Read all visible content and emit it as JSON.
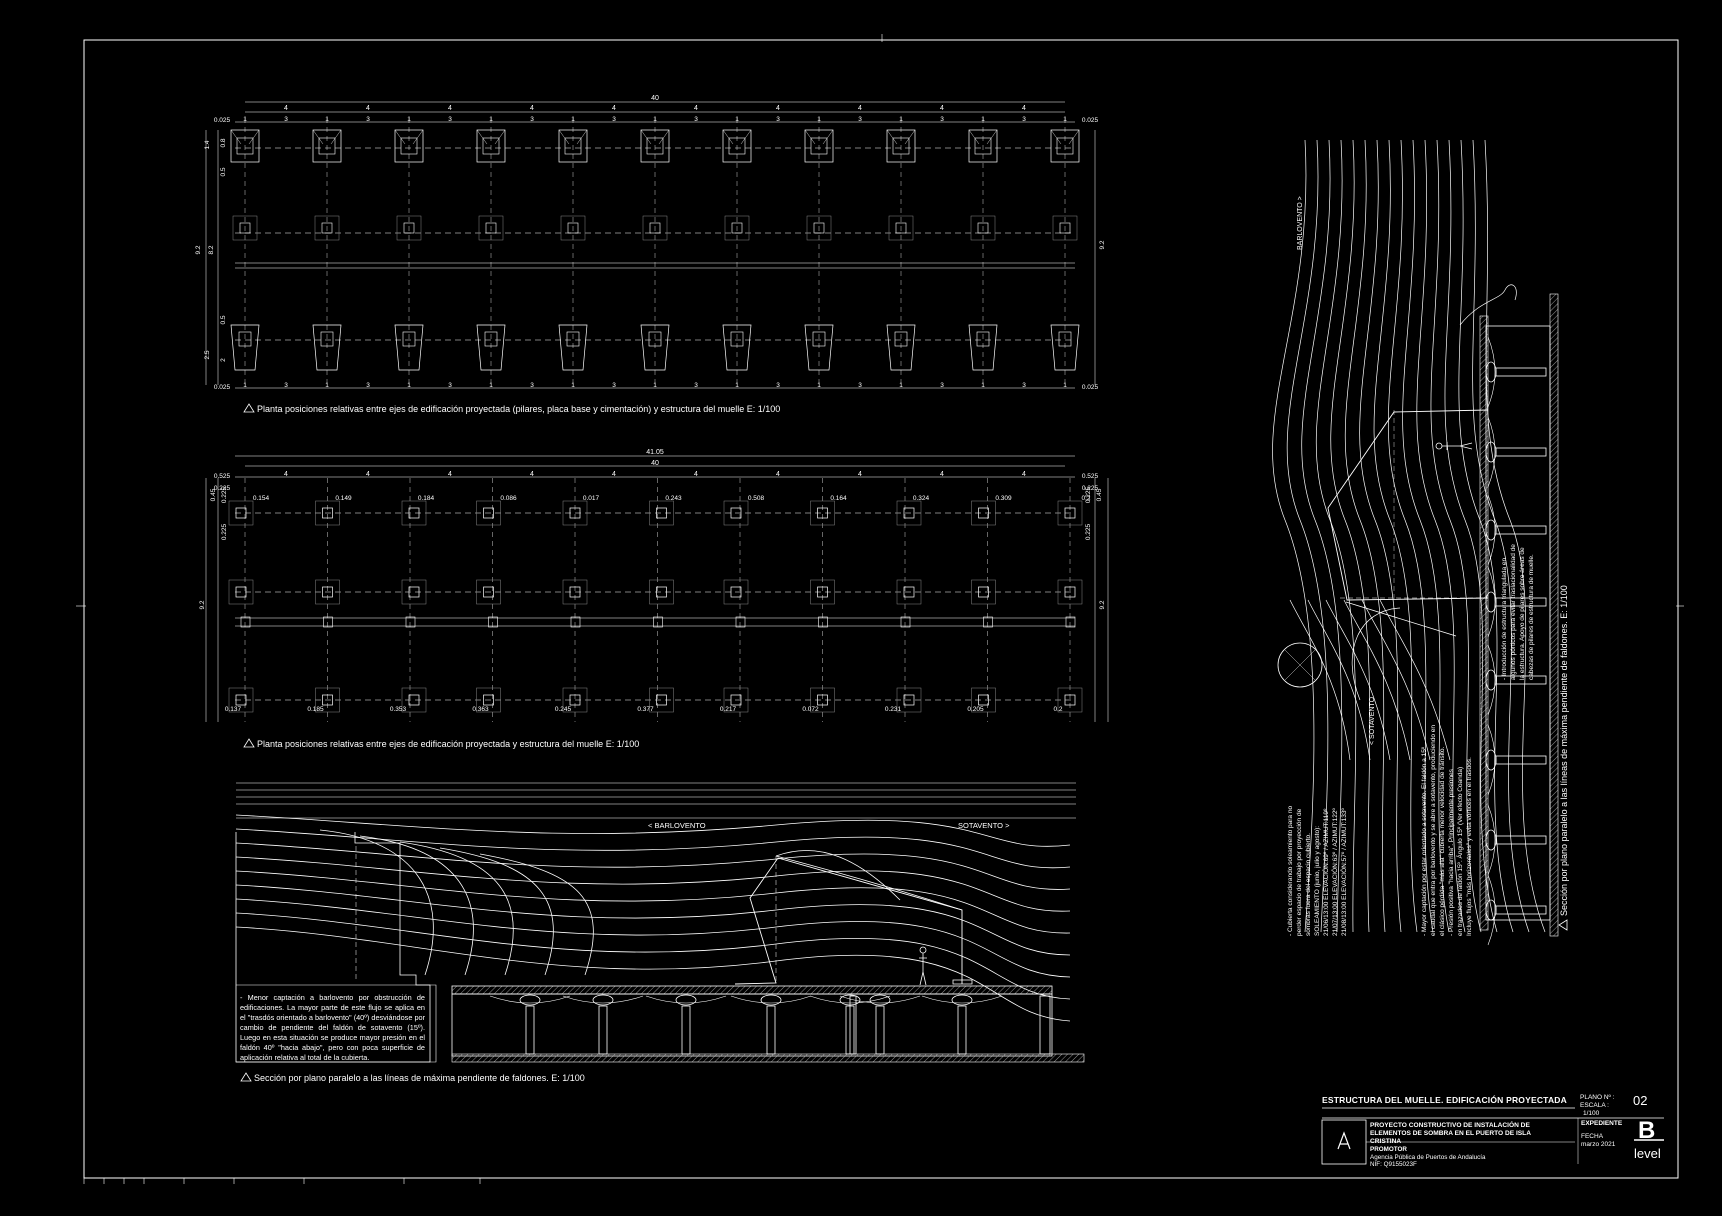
{
  "plan1": {
    "top_total": "40",
    "top_segs": [
      "4",
      "4",
      "4",
      "4",
      "4",
      "4",
      "4",
      "4",
      "4",
      "4"
    ],
    "sub_segs": [
      "1",
      "3",
      "1",
      "3",
      "1",
      "3",
      "1",
      "3",
      "1",
      "3",
      "1",
      "3",
      "1",
      "3",
      "1",
      "3",
      "1",
      "3",
      "1",
      "3",
      "1"
    ],
    "edge": "0.025",
    "left_dims": [
      "1.4",
      "0.8",
      "0.5",
      "9.2",
      "8.2",
      "0.5",
      "2.5",
      "2"
    ],
    "right_dim": "9.2",
    "caption": "Planta posiciones relativas entre ejes de edificación proyectada (pilares, placa base y cimentación) y estructura del muelle E: 1/100"
  },
  "plan2": {
    "total_outer": "41.05",
    "total_inner": "40",
    "edge": "0.525",
    "edge2": "0.225",
    "segs": [
      "4",
      "4",
      "4",
      "4",
      "4",
      "4",
      "4",
      "4",
      "4",
      "4"
    ],
    "left_dims": [
      "0.45",
      "0.225",
      "0.225",
      "9.2"
    ],
    "right_dims": [
      "0.225",
      "0.45",
      "0.225",
      "9.2"
    ],
    "top_offsets": [
      "0.154",
      "0.149",
      "0.184",
      "0.086",
      "0.017",
      "0.243",
      "0.508",
      "0.164",
      "0.324",
      "0.309",
      "0.2"
    ],
    "bottom_offsets": [
      "0.137",
      "0.185",
      "0.353",
      "0.363",
      "0.245",
      "0.377",
      "0.217",
      "0.072",
      "0.231",
      "0.205",
      "0.2"
    ],
    "caption": "Planta posiciones relativas entre ejes de edificación proyectada y estructura del muelle E: 1/100"
  },
  "section1": {
    "barlovento": "< BARLOVENTO",
    "sotavento": "SOTAVENTO >",
    "note": "- Menor captación a barlovento por obstrucción de edificaciones. La mayor parte de este flujo se aplica en el \"trasdós orientado a barlovento\" (40º) desviándose por cambio de pendiente del faldón de sotavento (15º). Luego en esta situación se produce mayor presión en el faldón 40º \"hacia abajo\", pero con poca superficie de aplicación relativa al total de la cubierta.",
    "caption": "Sección por plano paralelo a las líneas de máxima pendiente de faldones. E: 1/100"
  },
  "section2": {
    "barlovento": "BARLOVENTO >",
    "sotavento": "< SOTAVENTO",
    "note_a": [
      "- Cubierta considerando soleamiento para no",
      "perder espacio de trabajo por proyección de",
      "sombras fuera del espacio cubierto.",
      "SOLEAMIENTO (junio, julio y agosto):",
      "21/06/13:00 ELEVACIÓN:69º / AZIMUT:119º",
      "21/07/13:00 ELEVACIÓN:63º / AZIMUT:122º",
      "21/08/13:00 ELEVACIÓN:57º / AZIMUT:133º"
    ],
    "note_b": [
      "- Mayor captación por estar orientado a sotavento. El faldón a 15º",
      "el caudal que entra por barlovento y se abre a sotavento, produciendo en",
      "el clásico pérdida \"más allá\" cubierta menor velocidad de tránsito.",
      "- Presión positiva \"hacia arriba\". Principalmente presiones",
      "en trazados de faldón 15º. Ángulo 15º (Ver efecto Coanda)",
      "Incluye flujos \"más horizontales\" y evita vórtices en el trasdós."
    ],
    "note_c": [
      "- Introducción de estructura triangulada en",
      "algunos pórticos para evitar traslacionalidad de",
      "la estructura. Apoyo de pilares sobre áreas de",
      "cabezas de pilares de estructura de muelle."
    ],
    "caption": "Sección por plano paralelo a las líneas de máxima pendiente de faldones. E: 1/100"
  },
  "titleblock": {
    "title": "ESTRUCTURA DEL MUELLE. EDIFICACIÓN PROYECTADA",
    "plano_label": "PLANO Nº :",
    "escala_label": "ESCALA :",
    "escala": "1/100",
    "plano_num": "02",
    "expediente_label": "EXPEDIENTE",
    "fecha_label": "FECHA",
    "fecha": "marzo 2021",
    "project": "PROYECTO CONSTRUCTIVO DE INSTALACIÓN DE ELEMENTOS DE SOMBRA EN EL PUERTO DE ISLA CRISTINA",
    "promotor_label": "PROMOTOR",
    "promotor": "Agencia Pública de Puertos de Andalucía",
    "nif": "NIF: Q9155023F",
    "logo_b": "B",
    "logo_level": "level"
  },
  "icons": [
    "triangle-icon",
    "andalucia-logo",
    "b-level-logo"
  ]
}
